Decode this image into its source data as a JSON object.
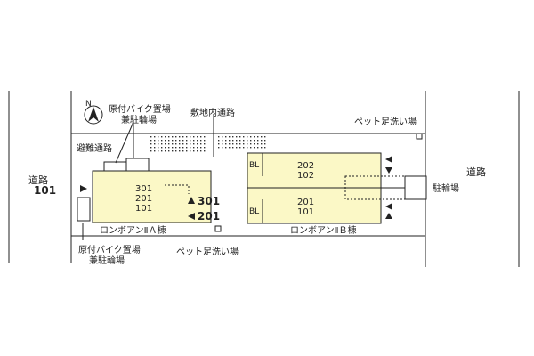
{
  "labels": {
    "bike_parking_top": "原付バイク置場",
    "bike_parking_top_sub": "兼駐輪場",
    "internal_road": "敷地内通路",
    "evacuation_path": "避難通路",
    "pet_wash_top_right": "ペット足洗い場",
    "road_left": "道路",
    "road_right": "道路",
    "bicycle_parking": "駐輪場",
    "bike_parking_bottom": "原付バイク置場",
    "bike_parking_bottom_sub": "兼駐輪場",
    "pet_wash_bottom": "ペット足洗い場",
    "building_a_name": "ロンボアンⅡＡ棟",
    "building_b_name": "ロンボアンⅡＢ棟",
    "bl_top": "BL",
    "bl_bottom": "BL",
    "compass_n": "N"
  },
  "building_a": {
    "units": [
      "301",
      "201",
      "101"
    ],
    "markers": [
      "101",
      "301",
      "201"
    ]
  },
  "building_b": {
    "upper_units": [
      "202",
      "102"
    ],
    "lower_units": [
      "201",
      "101"
    ]
  },
  "colors": {
    "building_fill": "#fbf8c6",
    "line": "#222222"
  }
}
